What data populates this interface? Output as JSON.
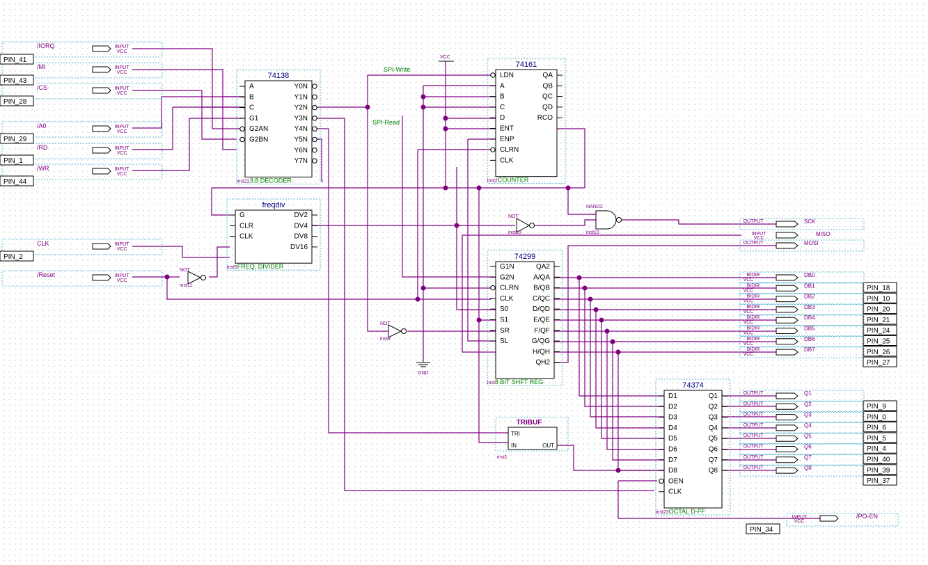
{
  "pins": [
    "PIN_41",
    "PIN_43",
    "PIN_28",
    "PIN_29",
    "PIN_1",
    "PIN_44",
    "PIN_2",
    "PIN_18",
    "PIN_10",
    "PIN_20",
    "PIN_21",
    "PIN_24",
    "PIN_25",
    "PIN_26",
    "PIN_27",
    "PIN_9",
    "PIN_0",
    "PIN_6",
    "PIN_5",
    "PIN_4",
    "PIN_40",
    "PIN_39",
    "PIN_37",
    "PIN_34"
  ],
  "inputs": {
    "iorq": "/IORQ",
    "mi": "/MI",
    "cs": "/CS",
    "a0": "/A0",
    "rd": "/RD",
    "wr": "/WR",
    "clk": "CLK",
    "reset": "/Reset",
    "poen": "/PO-EN"
  },
  "port_words": {
    "input": "INPUT",
    "output": "OUTPUT",
    "bidir": "BIDIR",
    "vcc": "VCC",
    "gnd": "GND",
    "not": "NOT",
    "nand2": "NAND2"
  },
  "outputs": {
    "sck": "SCK",
    "miso": "MISO",
    "mosi": "MOSI"
  },
  "db": [
    "DB0",
    "DB1",
    "DB2",
    "DB3",
    "DB4",
    "DB5",
    "DB6",
    "DB7"
  ],
  "q": [
    "Q1",
    "Q2",
    "Q3",
    "Q4",
    "Q5",
    "Q6",
    "Q7",
    "Q8"
  ],
  "net_labels": {
    "spi_write": "SPI-Write",
    "spi_read": "SPI-Read"
  },
  "dec": {
    "title": "74138",
    "inst": "inst22",
    "desc": "3:8 DECODER",
    "left": [
      "A",
      "B",
      "C",
      "G1",
      "G2AN",
      "G2BN"
    ],
    "right": [
      "Y0N",
      "Y1N",
      "Y2N",
      "Y3N",
      "Y4N",
      "Y5N",
      "Y6N",
      "Y7N"
    ]
  },
  "cnt": {
    "title": "74161",
    "inst": "inst2",
    "desc": "COUNTER",
    "left": [
      "LDN",
      "A",
      "B",
      "C",
      "D",
      "ENT",
      "ENP",
      "CLRN",
      "CLK"
    ],
    "right": [
      "QA",
      "QB",
      "QC",
      "QD",
      "RCO"
    ]
  },
  "fdiv": {
    "title": "freqdiv",
    "inst": "inst5",
    "desc": "FREQ. DIVIDER",
    "left": [
      "G",
      "CLR",
      "CLK"
    ],
    "right": [
      "DV2",
      "DV4",
      "DV8",
      "DV16"
    ]
  },
  "shf": {
    "title": "74299",
    "inst": "inst",
    "desc": "8 BIT SHFT REG",
    "left": [
      "G1N",
      "G2N",
      "CLRN",
      "CLK",
      "S0",
      "S1",
      "SR",
      "SL"
    ],
    "right": [
      "QA2",
      "A/QA",
      "B/QB",
      "C/QC",
      "D/QD",
      "E/QE",
      "F/QF",
      "G/QG",
      "H/QH",
      "QH2"
    ]
  },
  "dff": {
    "title": "74374",
    "inst": "inst23",
    "desc": "OCTAL D-FF",
    "left": [
      "D1",
      "D2",
      "D3",
      "D4",
      "D5",
      "D6",
      "D7",
      "D8",
      "OEN",
      "CLK"
    ],
    "right": [
      "Q1",
      "Q2",
      "Q3",
      "Q4",
      "Q5",
      "Q6",
      "Q7",
      "Q8"
    ]
  },
  "tri": {
    "title": "TRIBUF",
    "inst": "inst1",
    "left": [
      "TRI",
      "IN"
    ],
    "right": [
      "OUT"
    ]
  },
  "gates": {
    "not10": "inst10",
    "not11": "inst11",
    "not8": "inst8",
    "nand": "inst10"
  }
}
